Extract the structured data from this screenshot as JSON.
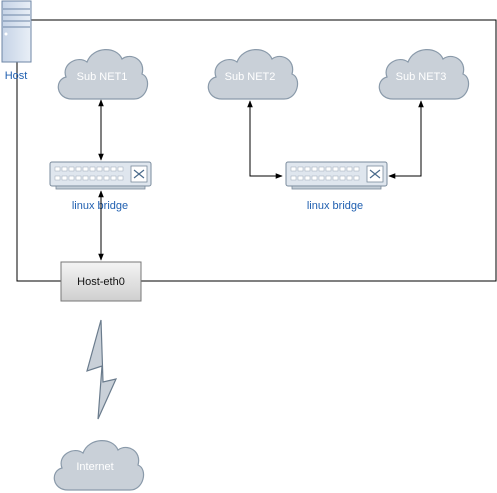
{
  "host": {
    "label": "Host"
  },
  "clouds": {
    "subnet1": "Sub NET1",
    "subnet2": "Sub NET2",
    "subnet3": "Sub NET3",
    "internet": "Internet"
  },
  "bridges": {
    "bridge1_label": "linux bridge",
    "bridge2_label": "linux bridge"
  },
  "interface": {
    "label": "Host-eth0"
  },
  "colors": {
    "cloud_fill": "#c9d0d8",
    "cloud_stroke": "#8a9aaa",
    "switch_fill": "#dfe6ee",
    "switch_stroke": "#7a8b9c",
    "eth_fill_top": "#f4f4f4",
    "eth_fill_bottom": "#cfcfcf",
    "label_blue": "#1f5fb0",
    "line": "#000000"
  }
}
